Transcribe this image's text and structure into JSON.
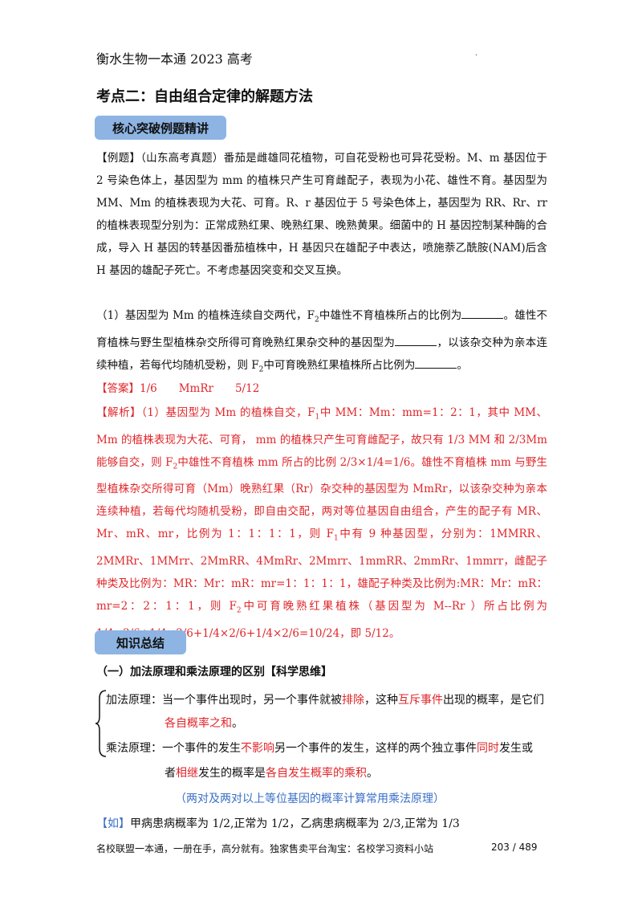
{
  "header": "衡水生物一本通 2023 高考",
  "title": "考点二：自由组合定律的解题方法",
  "badge1": "核心突破例题精讲",
  "example": {
    "tag": "【例题】",
    "body": "（山东高考真题）番茄是雌雄同花植物，可自花受粉也可异花受粉。M、m 基因位于 2 号染色体上，基因型为 mm 的植株只产生可育雌配子，表现为小花、雄性不育。基因型为 MM、Mm 的植株表现为大花、可育。R、r 基因位于 5 号染色体上，基因型为 RR、Rr、rr 的植株表现型分别为：正常成熟红果、晚熟红果、晚熟黄果。细菌中的 H 基因控制某种酶的合成，导入 H 基因的转基因番茄植株中，H 基因只在雄配子中表达，喷施萘乙酰胺(NAM)后含 H 基因的雄配子死亡。不考虑基因突变和交叉互换。",
    "q1a": "（1）基因型为 Mm 的植株连续自交两代，F",
    "q1a_sub": "2",
    "q1b": "中雄性不育植株所占的比例为",
    "q1c": "。雄性不育植株与野生型植株杂交所得可育晚熟红果杂交种的基因型为",
    "q1d": "，以该杂交种为亲本连续种植，若每代均随机受粉，则 F",
    "q1d_sub": "2",
    "q1e": "中可育晚熟红果植株所占比例为",
    "q1f": "。"
  },
  "answer": {
    "tag": "【答案】",
    "text": "1/6　　MmRr　　5/12"
  },
  "analysis": {
    "tag": "【解析】",
    "p1": "（1）基因型为 Mm 的植株自交，F",
    "p1_sub": "1",
    "p2": "中 MM：Mm：mm=1：2：1，其中 MM、Mm 的植株表现为大花、可育， mm 的植株只产生可育雌配子，故只有 1/3 MM 和 2/3Mm 能够自交，则 F",
    "p2_sub": "2",
    "p3": "中雄性不育植株 mm 所占的比例 2/3×1/4=1/6。雄性不育植株 mm 与野生型植株杂交所得可育（Mm）晚熟红果（Rr）杂交种的基因型为 MmRr，以该杂交种为亲本连续种植，若每代均随机受粉，即自由交配，两对等位基因自由组合，产生的配子有 MR、Mr、mR、mr，比例为 1：1：1：1，则 F",
    "p3_sub": "1",
    "p4": "中有 9 种基因型，分别为：1MMRR、2MMRr、1MMrr、2MmRR、4MmRr、2Mmrr、1mmRR、2mmRr、1mmrr，雌配子种类及比例为：MR：Mr：mR：mr=1：1：1：1，雄配子种类及比例为:MR：Mr：mR：mr=2：2：1：1，则 F",
    "p4_sub": "2",
    "p5": "中可育晚熟红果植株（基因型为 M--Rr ）所占比例为 1/4×3/6+1/4×3/6+1/4×2/6+1/4×2/6=10/24，即 5/12。"
  },
  "badge2": "知识总结",
  "section": {
    "heading": "（一）加法原理和乘法原理的区别【科学思维】",
    "add_label": "加法原理：",
    "add_1": "当一个事件出现时，另一个事件就被",
    "add_red1": "排除",
    "add_2": "，这种",
    "add_red2": "互斥事件",
    "add_3": "出现的概率，是它们",
    "add_red3": "各自概率之和",
    "add_4": "。",
    "mul_label": "乘法原理：",
    "mul_1": "一个事件的发生",
    "mul_red1": "不影响",
    "mul_2": "另一个事件的发生，这样的两个独立事件",
    "mul_red2": "同时",
    "mul_3": "发生或",
    "mul_4": "者",
    "mul_red3": "相继",
    "mul_5": "发生的概率是",
    "mul_red4": "各自发生概率的乘积",
    "mul_6": "。",
    "note": "（两对及两对以上等位基因的概率计算常用乘法原理）",
    "ex_tag": "【如】",
    "ex_text": "甲病患病概率为 1/2,正常为 1/2，乙病患病概率为 2/3,正常为 1/3"
  },
  "footer": "名校联盟一本通，一册在手，高分就有。独家售卖平台淘宝：名校学习资料小站",
  "page_number": "203 / 489",
  "stray_mark": "·"
}
